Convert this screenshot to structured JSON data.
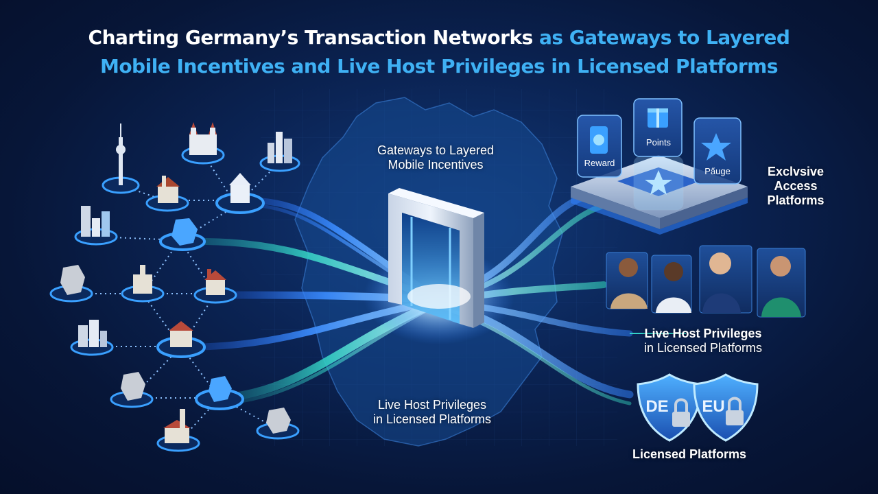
{
  "header": {
    "title_part1": "Charting Germany’s Transaction Networks",
    "title_part2": " as Gateways to Layered",
    "title_line2": "Mobile Incentives and Live Host Privileges in Licensed Platforms"
  },
  "center": {
    "gateways_line1": "Gateways to Layered",
    "gateways_line2": "Mobile Incentives",
    "live_line1": "Live Host Privileges",
    "live_line2": "in Licensed Platforms"
  },
  "cards": {
    "reward": "Reward",
    "points": "Points",
    "badge": "Pa̋uge"
  },
  "right": {
    "exclusive_line1": "Exclvsive",
    "exclusive_line2": "Access",
    "exclusive_line3": "Platforms",
    "live_line1": "Live Host Privileges",
    "live_line2": "in Licensed Platforms",
    "licensed": "Licensed Platforms"
  },
  "shields": {
    "de": "DE",
    "eu": "EU"
  },
  "colors": {
    "background": "#071638",
    "accent_blue": "#3fb1f4",
    "stream_blue": "#2f7df6",
    "stream_teal": "#33d1c8",
    "node_ring": "#3aa0ff"
  }
}
